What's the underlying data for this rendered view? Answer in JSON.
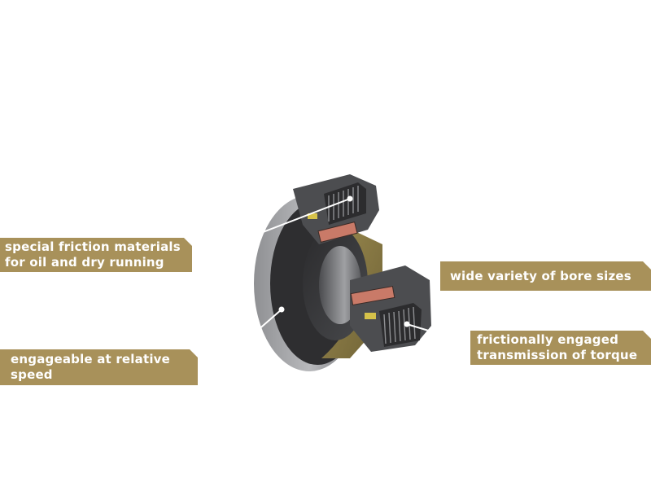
{
  "colors": {
    "label_bg": "#a8915a",
    "label_text": "#ffffff",
    "housing_dark": "#3a3a3c",
    "housing_mid": "#6e6f72",
    "housing_light": "#b9babd",
    "friction_lining": "#c97a68",
    "gold_section": "#8a7a44"
  },
  "labels": {
    "friction": {
      "line1": "special friction materials",
      "line2": "for oil and dry running"
    },
    "bore": {
      "line1": "wide variety of bore sizes"
    },
    "engage": {
      "line1": "engageable at relative",
      "line2": "speed"
    },
    "torque": {
      "line1": "frictionally engaged",
      "line2": "transmission of torque"
    }
  },
  "icons": {
    "product": "clutch-cutaway-illustration"
  }
}
